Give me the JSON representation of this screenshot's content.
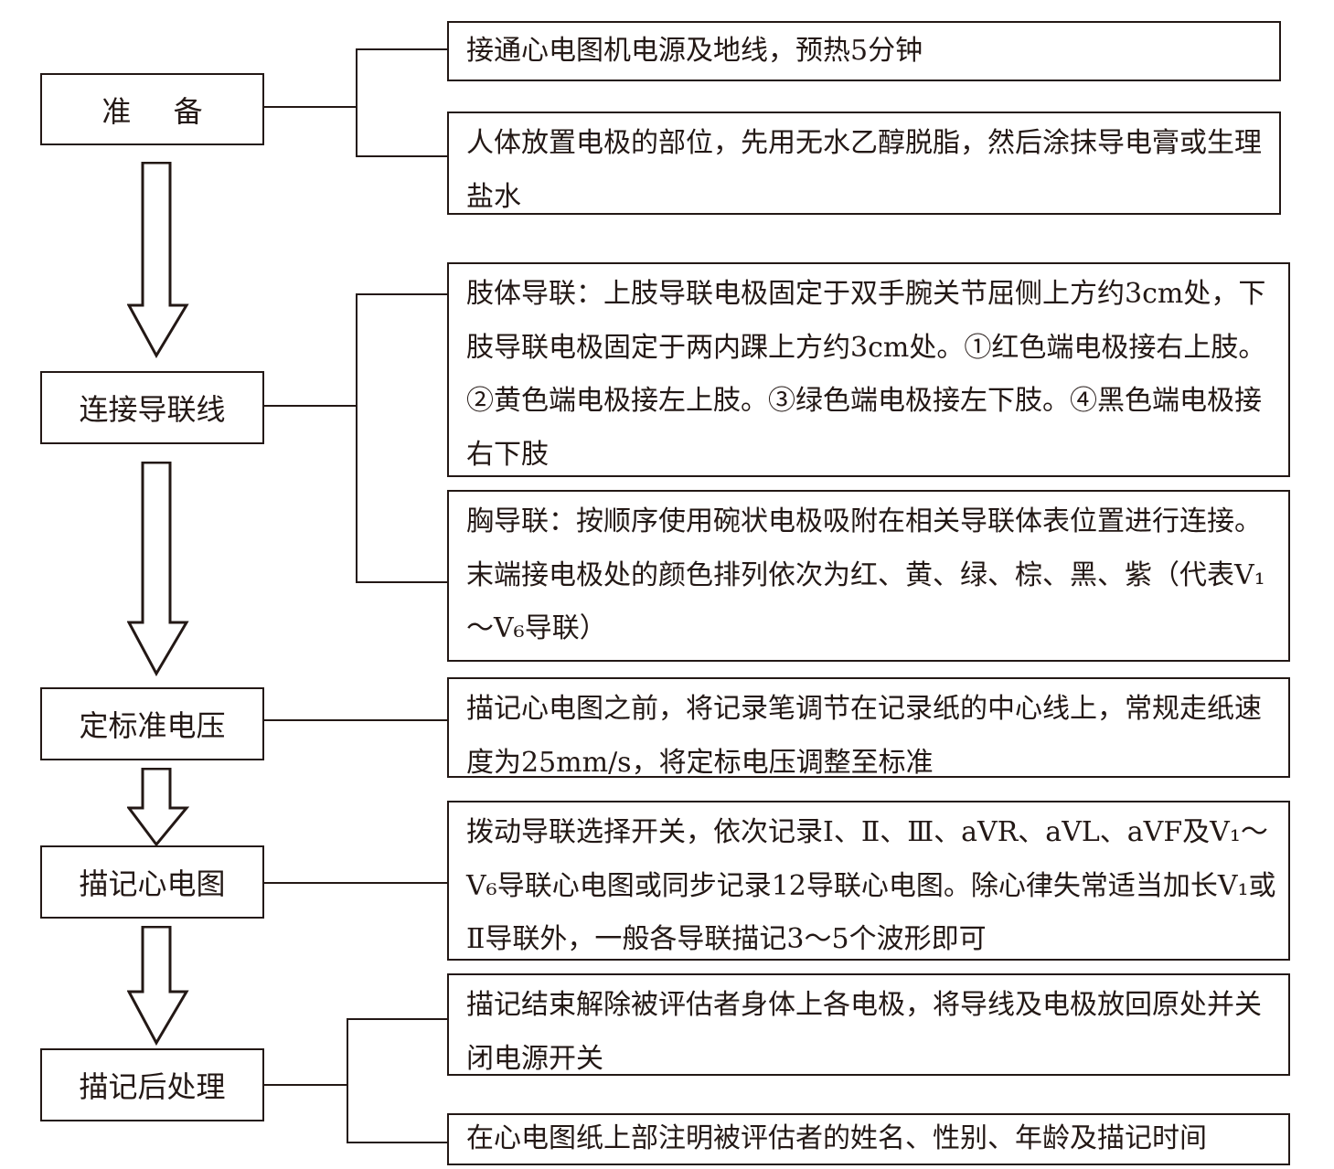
{
  "steps": [
    {
      "label": "准 备",
      "details": [
        "接通心电图机电源及地线，预热5分钟",
        "人体放置电极的部位，先用无水乙醇脱脂，然后涂抹导电膏或生理盐水"
      ]
    },
    {
      "label": "连接导联线",
      "details": [
        "肢体导联：上肢导联电极固定于双手腕关节屈侧上方约3cm处，下肢导联电极固定于两内踝上方约3cm处。①红色端电极接右上肢。②黄色端电极接左上肢。③绿色端电极接左下肢。④黑色端电极接右下肢",
        "胸导联：按顺序使用碗状电极吸附在相关导联体表位置进行连接。末端接电极处的颜色排列依次为红、黄、绿、棕、黑、紫（代表V₁～V₆导联）"
      ]
    },
    {
      "label": "定标准电压",
      "details": [
        "描记心电图之前，将记录笔调节在记录纸的中心线上，常规走纸速度为25mm/s，将定标电压调整至标准"
      ]
    },
    {
      "label": "描记心电图",
      "details": [
        "拨动导联选择开关，依次记录Ⅰ、Ⅱ、Ⅲ、aVR、aVL、aVF及V₁～V₆导联心电图或同步记录12导联心电图。除心律失常适当加长V₁或Ⅱ导联外，一般各导联描记3～5个波形即可"
      ]
    },
    {
      "label": "描记后处理",
      "details": [
        "描记结束解除被评估者身体上各电极，将导线及电极放回原处并关闭电源开关",
        "在心电图纸上部注明被评估者的姓名、性别、年龄及描记时间"
      ]
    }
  ]
}
